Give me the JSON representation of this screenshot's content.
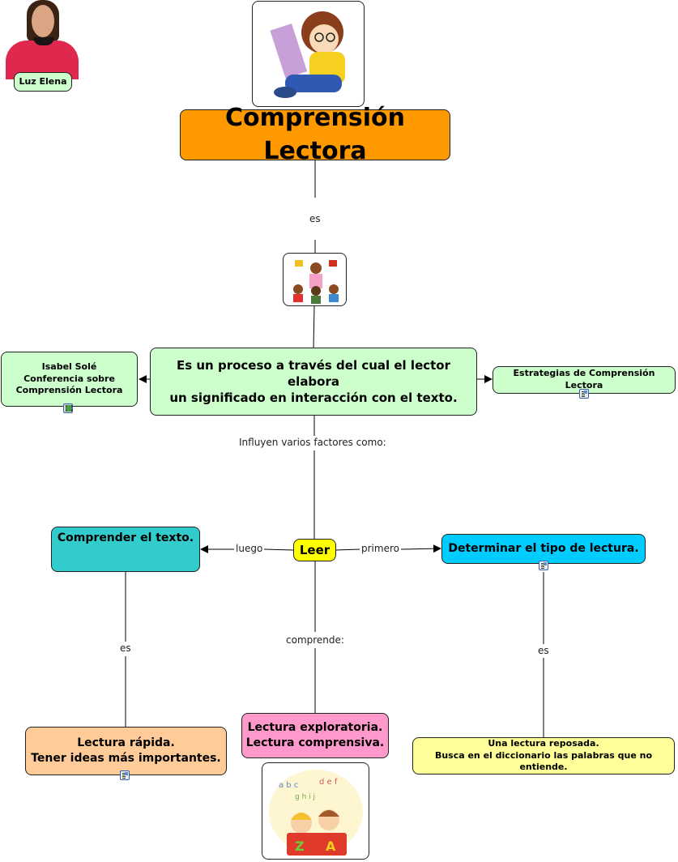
{
  "author": {
    "label": "Luz Elena",
    "photo": "author-portrait-photo"
  },
  "colors": {
    "title_node": "#ff9900",
    "light_green": "#ccffcc",
    "teal": "#33cccc",
    "yellow": "#ffff00",
    "sky_blue": "#00ccff",
    "peach": "#ffcc99",
    "pink": "#ff99cc",
    "light_yellow": "#ffff99",
    "line": "#000000"
  },
  "nodes": {
    "title": "Comprensión Lectora",
    "definition": [
      "Es un proceso a través del cual el lector elabora",
      "un significado en interacción con el texto."
    ],
    "isabel_sole": [
      "Isabel Solé",
      "Conferencia sobre",
      "Comprensión Lectora"
    ],
    "estrategias": "Estrategias de Comprensión Lectora",
    "leer": "Leer",
    "comprender": "Comprender el texto.",
    "determinar": "Determinar el tipo de lectura.",
    "lectura_rapida": [
      "Lectura rápida.",
      "Tener ideas más importantes."
    ],
    "exploratoria": [
      "Lectura exploratoria.",
      "Lectura comprensiva."
    ],
    "reposada": [
      "Una lectura reposada.",
      "Busca en el diccionario las palabras que no entiende."
    ]
  },
  "images": {
    "reader_boy": "boy-reading-book-clipart",
    "teacher_children": "teacher-with-puppets-and-children-clipart",
    "kids_reading": "kids-reading-book-with-letters-clipart"
  },
  "links": {
    "es_top": "es",
    "influyen": "Influyen varios factores como:",
    "luego": "luego",
    "primero": "primero",
    "comprende": "comprende:",
    "es_left": "es",
    "es_right": "es"
  },
  "resources": {
    "isabel_sole": "video-resource-icon",
    "estrategias": "document-resource-icon",
    "determinar": "document-resource-icon",
    "lectura_rapida": "document-resource-icon"
  }
}
